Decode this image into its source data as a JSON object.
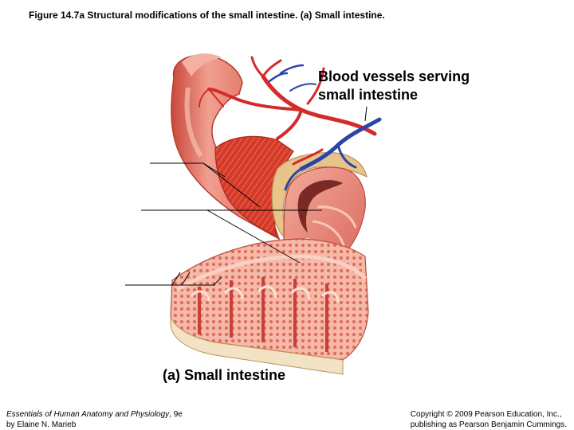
{
  "figure_title": "Figure 14.7a  Structural modifications of the small intestine. (a) Small intestine.",
  "labels": {
    "blood_vessels_line1": "Blood vessels serving",
    "blood_vessels_line2": "small intestine"
  },
  "caption": "(a) Small intestine",
  "footer": {
    "book_title": "Essentials of Human Anatomy and Physiology",
    "edition": ", 9e",
    "author": "by Elaine N. Marieb",
    "copyright_line1": "Copyright © 2009 Pearson Education, Inc.,",
    "copyright_line2": "publishing as Pearson Benjamin Cummings."
  },
  "colors": {
    "artery": "#d42a2a",
    "vein": "#2a45a8",
    "intestine_outer": "#e0786a",
    "muscle": "#d8402e",
    "serosa": "#e8c48a",
    "mucosa": "#eb9486",
    "leader_line": "#000000"
  }
}
